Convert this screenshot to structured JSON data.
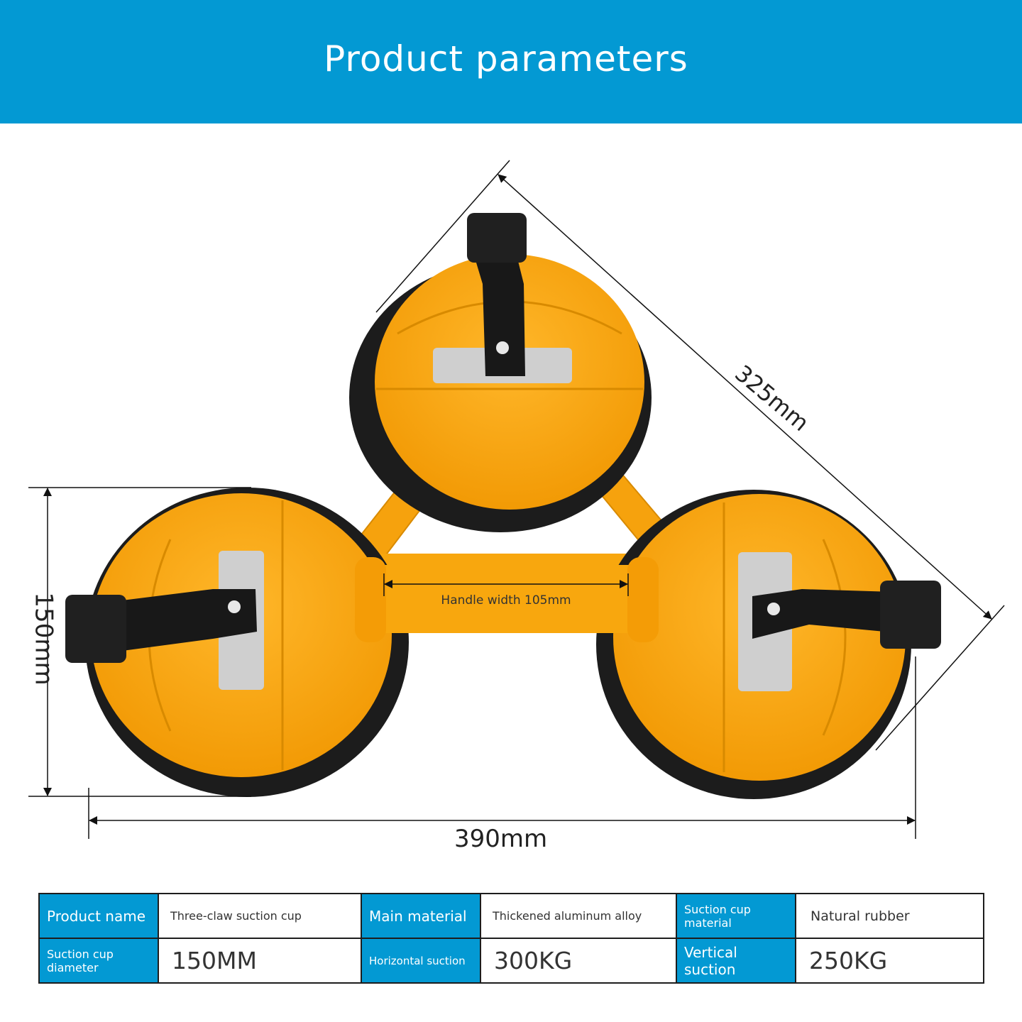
{
  "header": {
    "title": "Product parameters"
  },
  "dimensions": {
    "width_total": "390mm",
    "height": "150mm",
    "diagonal": "325mm",
    "handle_width": "Handle width 105mm"
  },
  "params": {
    "row1": [
      {
        "key": "Product name",
        "value": "Three-claw suction cup"
      },
      {
        "key": "Main material",
        "value": "Thickened aluminum alloy"
      },
      {
        "key": "Suction cup material",
        "value": "Natural rubber"
      }
    ],
    "row2": [
      {
        "key": "Suction cup diameter",
        "value": "150MM"
      },
      {
        "key": "Horizontal suction",
        "value": "300KG"
      },
      {
        "key": "Vertical suction",
        "value": "250KG"
      }
    ]
  },
  "colors": {
    "banner": "#0399d3",
    "body_orange": "#f8a70e",
    "rubber": "#1c1c1c",
    "lever": "#181818",
    "plate": "#cfcfcf"
  }
}
